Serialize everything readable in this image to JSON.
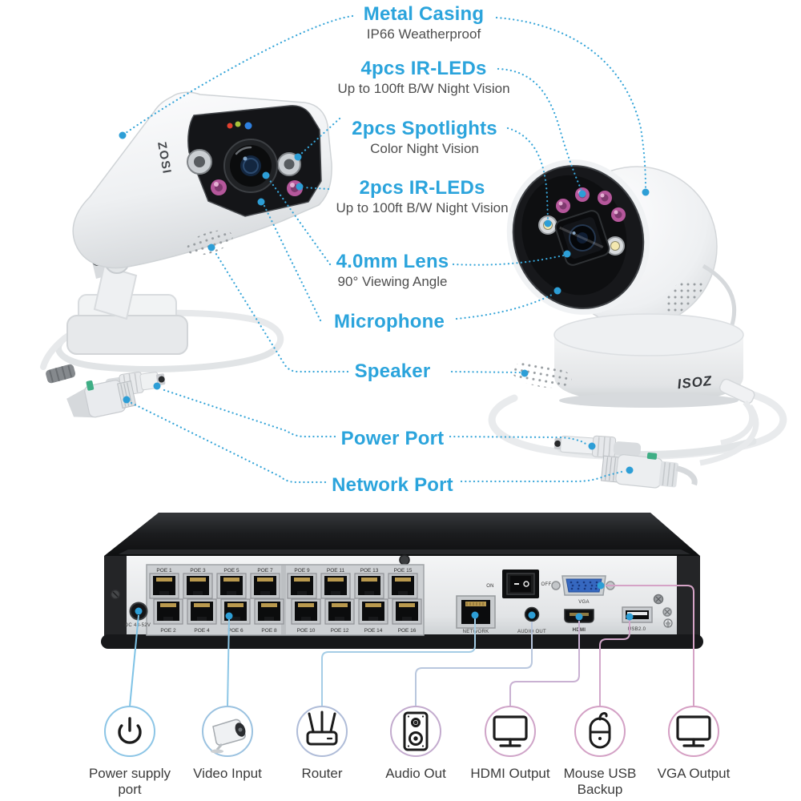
{
  "colors": {
    "accent": "#2ba4dc",
    "leader_line": "#38a6d9",
    "subtext": "#4e4e4e",
    "vga_port_blue": "#3668c0",
    "legend_blue": "#8cc5e6",
    "legend_pink": "#d59fc3"
  },
  "features": [
    {
      "title": "Metal Casing",
      "subtitle": "IP66 Weatherproof"
    },
    {
      "title": "4pcs IR-LEDs",
      "subtitle": "Up to 100ft B/W Night Vision"
    },
    {
      "title": "2pcs Spotlights",
      "subtitle": "Color Night Vision"
    },
    {
      "title": "2pcs IR-LEDs",
      "subtitle": "Up to 100ft B/W Night Vision"
    },
    {
      "title": "4.0mm Lens",
      "subtitle": "90° Viewing Angle"
    },
    {
      "title": "Microphone",
      "subtitle": ""
    },
    {
      "title": "Speaker",
      "subtitle": ""
    },
    {
      "title": "Power Port",
      "subtitle": ""
    },
    {
      "title": "Network Port",
      "subtitle": ""
    }
  ],
  "bullet_camera": {
    "logo": "ZOSI"
  },
  "dome_camera": {
    "logo": "ISOZ"
  },
  "nvr": {
    "poe_labels_top": [
      "POE 1",
      "POE 3",
      "POE 5",
      "POE 7",
      "POE 9",
      "POE 11",
      "POE 13",
      "POE 15"
    ],
    "poe_labels_bottom": [
      "POE 2",
      "POE 4",
      "POE 6",
      "POE 8",
      "POE 10",
      "POE 12",
      "POE 14",
      "POE 16"
    ],
    "dc_label": "DC 48-52V",
    "on_label": "ON",
    "off_label": "OFF",
    "vga_label": "VGA",
    "network_label": "NETWORK",
    "audio_label": "AUDIO OUT",
    "hdmi_label": "HDMI",
    "usb_label": "USB2.0"
  },
  "legend": [
    {
      "label": "Power supply port",
      "icon": "power-icon"
    },
    {
      "label": "Video Input",
      "icon": "bullet-camera-icon"
    },
    {
      "label": "Router",
      "icon": "router-icon"
    },
    {
      "label": "Audio Out",
      "icon": "speaker-box-icon"
    },
    {
      "label": "HDMI Output",
      "icon": "monitor-icon"
    },
    {
      "label": "Mouse USB Backup",
      "icon": "mouse-icon"
    },
    {
      "label": "VGA Output",
      "icon": "monitor-icon"
    }
  ]
}
